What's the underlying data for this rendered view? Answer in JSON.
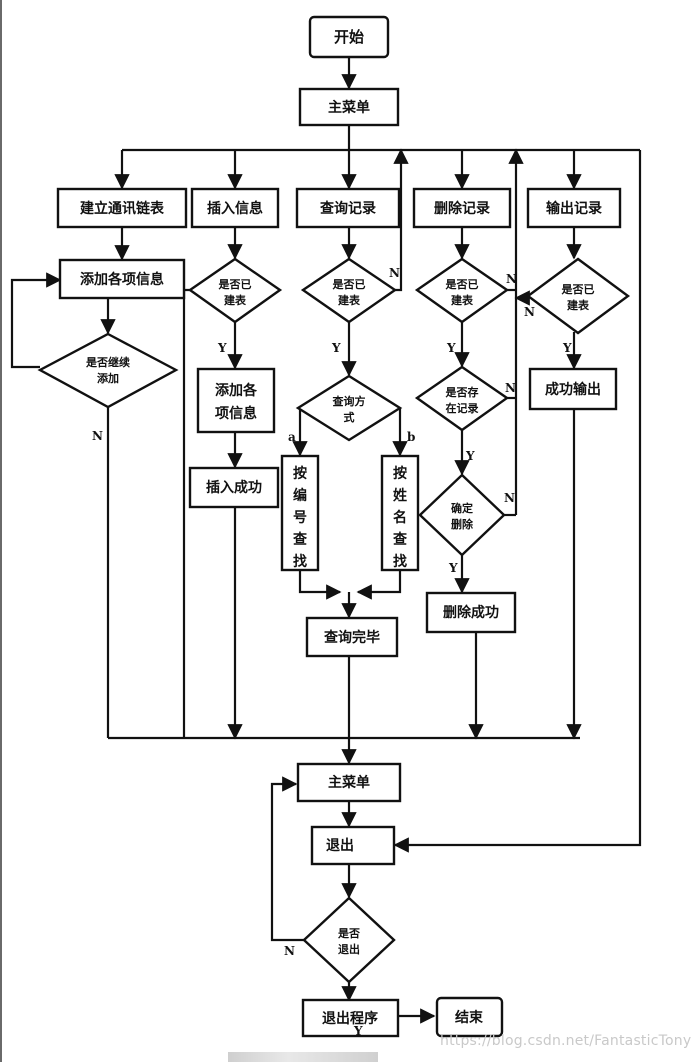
{
  "nodes": {
    "start": "开始",
    "main_menu_top": "主菜单",
    "create_list": "建立通讯链表",
    "insert_info": "插入信息",
    "query_record": "查询记录",
    "delete_record": "删除记录",
    "output_record": "输出记录",
    "add_items": "添加各项信息",
    "continue_add": [
      "是否继续",
      "添加"
    ],
    "is_built_insert": [
      "是否已",
      "建表"
    ],
    "is_built_query": [
      "是否已",
      "建表"
    ],
    "is_built_delete": [
      "是否已",
      "建表"
    ],
    "is_built_output": [
      "是否已",
      "建表"
    ],
    "add_items_insert": [
      "添加各",
      "项信息"
    ],
    "insert_success": "插入成功",
    "query_mode": [
      "查询方",
      "式"
    ],
    "by_number": [
      "按",
      "编",
      "号",
      "查",
      "找"
    ],
    "by_name": [
      "按",
      "姓",
      "名",
      "查",
      "找"
    ],
    "query_done": "查询完毕",
    "record_exists": [
      "是否存",
      "在记录"
    ],
    "confirm_delete": [
      "确定",
      "删除"
    ],
    "delete_success": "删除成功",
    "output_success": "成功输出",
    "main_menu_bottom": "主菜单",
    "exit": "退出",
    "is_exit": [
      "是否",
      "退出"
    ],
    "exit_program": "退出程序",
    "end": "结束"
  },
  "labels": {
    "yes": "Y",
    "no": "N",
    "a": "a",
    "b": "b"
  },
  "watermark": "https://blog.csdn.net/FantasticTony"
}
